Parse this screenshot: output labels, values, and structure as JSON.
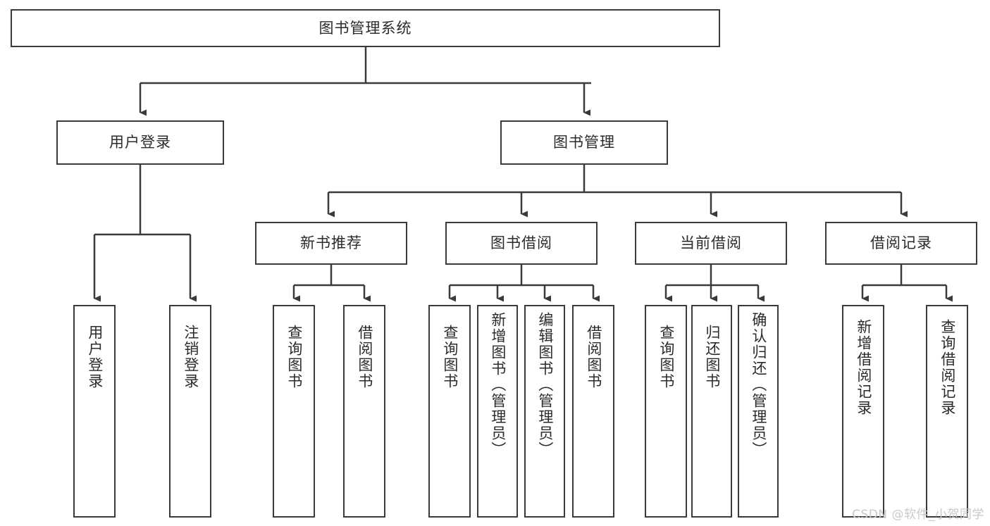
{
  "diagram": {
    "type": "tree-hierarchy",
    "title": "图书管理系统",
    "watermark": "CSDN @软件_小贺同学",
    "root": {
      "id": "root",
      "label": "图书管理系统"
    },
    "level2": [
      {
        "id": "user-login",
        "label": "用户登录"
      },
      {
        "id": "book-manage",
        "label": "图书管理"
      }
    ],
    "level3": [
      {
        "id": "new-book-recommend",
        "label": "新书推荐",
        "parent": "book-manage"
      },
      {
        "id": "book-borrow",
        "label": "图书借阅",
        "parent": "book-manage"
      },
      {
        "id": "current-borrow",
        "label": "当前借阅",
        "parent": "book-manage"
      },
      {
        "id": "borrow-record",
        "label": "借阅记录",
        "parent": "book-manage"
      }
    ],
    "leaves": {
      "user-login": [
        {
          "id": "leaf-user-login",
          "label": "用户登录"
        },
        {
          "id": "leaf-user-logout",
          "label": "注销登录"
        }
      ],
      "new-book-recommend": [
        {
          "id": "leaf-query-book-1",
          "label": "查询图书"
        },
        {
          "id": "leaf-borrow-book-1",
          "label": "借阅图书"
        }
      ],
      "book-borrow": [
        {
          "id": "leaf-query-book-2",
          "label": "查询图书"
        },
        {
          "id": "leaf-add-book",
          "label": "新增图书（管理员）"
        },
        {
          "id": "leaf-edit-book",
          "label": "编辑图书（管理员）"
        },
        {
          "id": "leaf-borrow-book-2",
          "label": "借阅图书"
        }
      ],
      "current-borrow": [
        {
          "id": "leaf-query-book-3",
          "label": "查询图书"
        },
        {
          "id": "leaf-return-book",
          "label": "归还图书"
        },
        {
          "id": "leaf-confirm-return",
          "label": "确认归还（管理员）"
        }
      ],
      "borrow-record": [
        {
          "id": "leaf-add-record",
          "label": "新增借阅记录"
        },
        {
          "id": "leaf-query-record",
          "label": "查询借阅记录"
        }
      ]
    },
    "colors": {
      "stroke": "#3a3a3a",
      "text": "#2b2b2b",
      "background": "#ffffff",
      "watermark": "#c9c9c9"
    }
  }
}
